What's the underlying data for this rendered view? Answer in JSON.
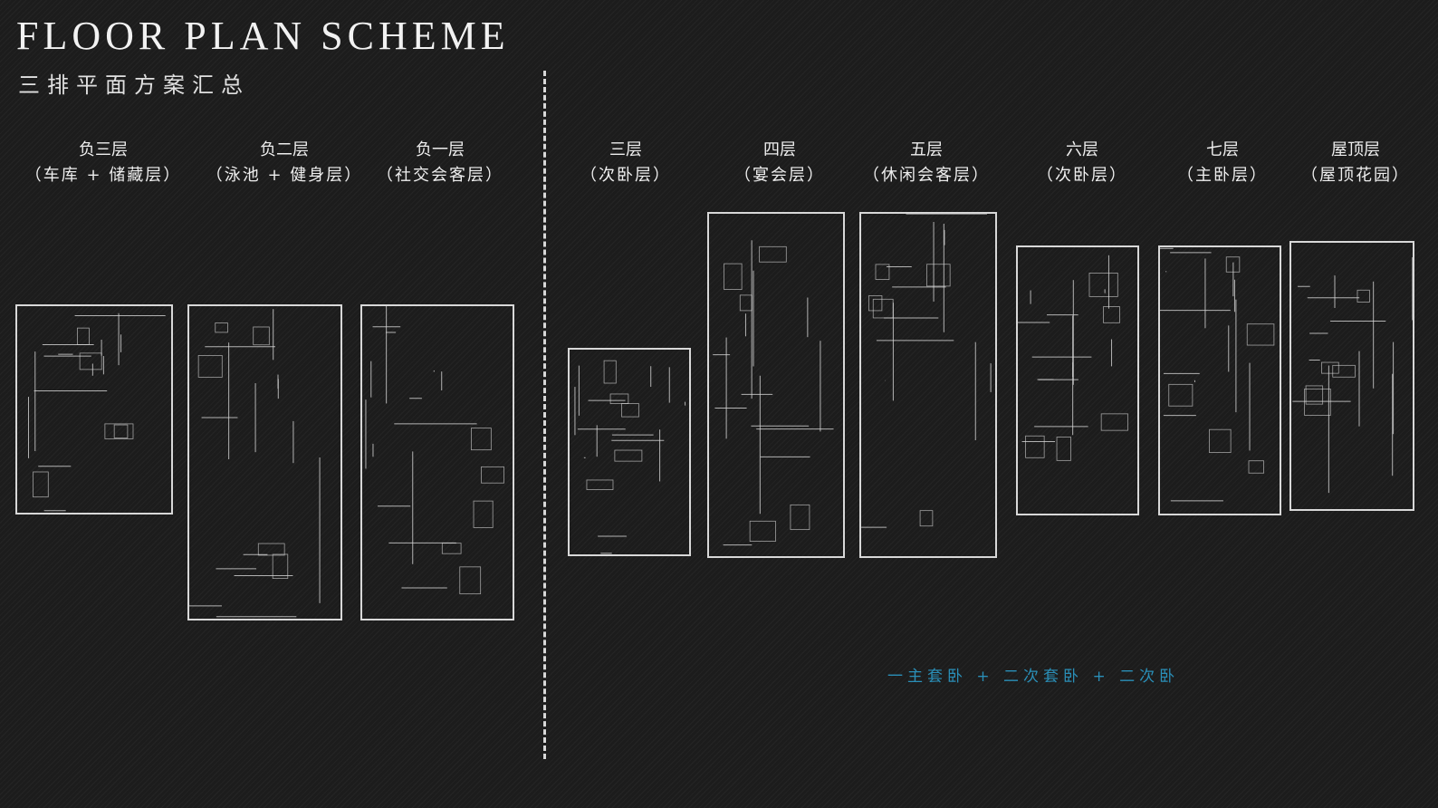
{
  "header": {
    "title": "FLOOR PLAN SCHEME",
    "subtitle": "三排平面方案汇总"
  },
  "floors": [
    {
      "name": "负三层",
      "desc": "（车库 + 储藏层）"
    },
    {
      "name": "负二层",
      "desc": "（泳池 + 健身层）"
    },
    {
      "name": "负一层",
      "desc": "（社交会客层）"
    },
    {
      "name": "三层",
      "desc": "（次卧层）"
    },
    {
      "name": "四层",
      "desc": "（宴会层）"
    },
    {
      "name": "五层",
      "desc": "（休闲会客层）"
    },
    {
      "name": "六层",
      "desc": "（次卧层）"
    },
    {
      "name": "七层",
      "desc": "（主卧层）"
    },
    {
      "name": "屋顶层",
      "desc": "（屋顶花园）"
    }
  ],
  "note": "一主套卧 + 二次套卧 + 二次卧",
  "colors": {
    "accent": "#2a8fb8",
    "line": "#d8d8d8"
  }
}
